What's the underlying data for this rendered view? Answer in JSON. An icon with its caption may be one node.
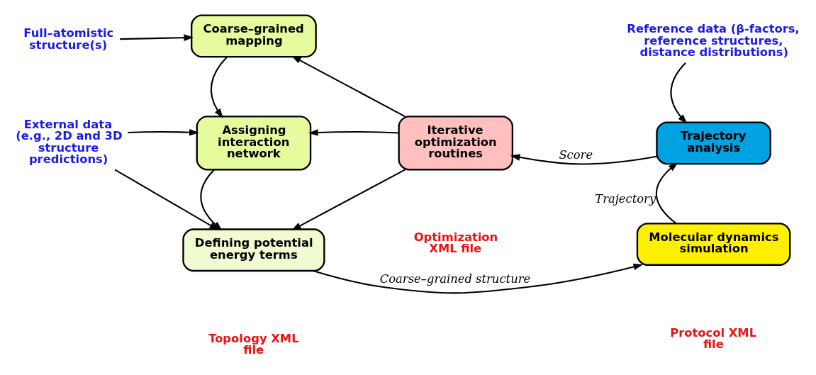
{
  "diagram": {
    "nodes": [
      {
        "text": [
          "Full–atomistic structure(s)"
        ]
      },
      {
        "text": [
          "Coarse–grained mapping"
        ]
      },
      {
        "text": [
          "External data (e.g., 2D and 3D structure predictions)"
        ]
      },
      {
        "text": [
          "Assigning interaction network"
        ]
      },
      {
        "text": [
          "Iterative optimization routines"
        ]
      },
      {
        "text": [
          "Reference data (β-factors, reference structures, distance distributions)"
        ]
      },
      {
        "text": [
          "Trajectory analysis"
        ]
      },
      {
        "text": [
          "Defining potential energy terms"
        ]
      },
      {
        "text": [
          "Molecular dynamics simulation"
        ]
      }
    ],
    "edges": [
      {
        "from": 0,
        "to": 1,
        "arrow": "to"
      },
      {
        "from": 1,
        "to": 3,
        "arrow": "to"
      },
      {
        "from": 2,
        "to": 3,
        "arrow": "to"
      },
      {
        "from": 4,
        "to": 3,
        "arrow": "to"
      },
      {
        "from": 4,
        "to": 1,
        "arrow": "to"
      },
      {
        "from": 3,
        "to": 7,
        "arrow": "to"
      },
      {
        "from": 4,
        "to": 7,
        "arrow": "to"
      },
      {
        "from": 2,
        "to": 7,
        "arrow": "to"
      },
      {
        "from": 7,
        "to": 8,
        "arrow": "to",
        "label": "Coarse–grained structure"
      },
      {
        "from": 8,
        "to": 6,
        "arrow": "to",
        "label": "Trajectory"
      },
      {
        "from": 5,
        "to": 6,
        "arrow": "to"
      },
      {
        "from": 6,
        "to": 4,
        "arrow": "to",
        "label": "Score"
      }
    ],
    "labels": [
      "Topology XML file",
      "Optimization XML file",
      "Protocol XML file"
    ]
  }
}
